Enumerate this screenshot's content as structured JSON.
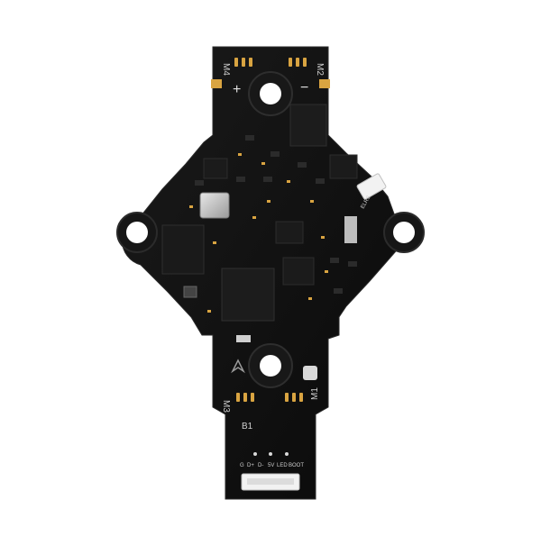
{
  "board": {
    "colors": {
      "background": "#ffffff",
      "pcb": "#101010",
      "pcb_edge": "#1c1c1c",
      "pad_gold": "#d9a441",
      "silk": "#cfcfcf",
      "chip": "#1a1a1a",
      "connector": "#f2f2f2"
    },
    "labels": {
      "m4": "M4",
      "m2": "M2",
      "m3": "M3",
      "m1": "M1",
      "plus": "+",
      "minus": "−",
      "b1": "B1",
      "pin_g": "G",
      "pin_dp": "D+",
      "pin_dm": "D-",
      "pin_5v": "5V",
      "pin_led": "LED",
      "pin_boot": "BOOT",
      "elrs": "ELRS"
    }
  }
}
